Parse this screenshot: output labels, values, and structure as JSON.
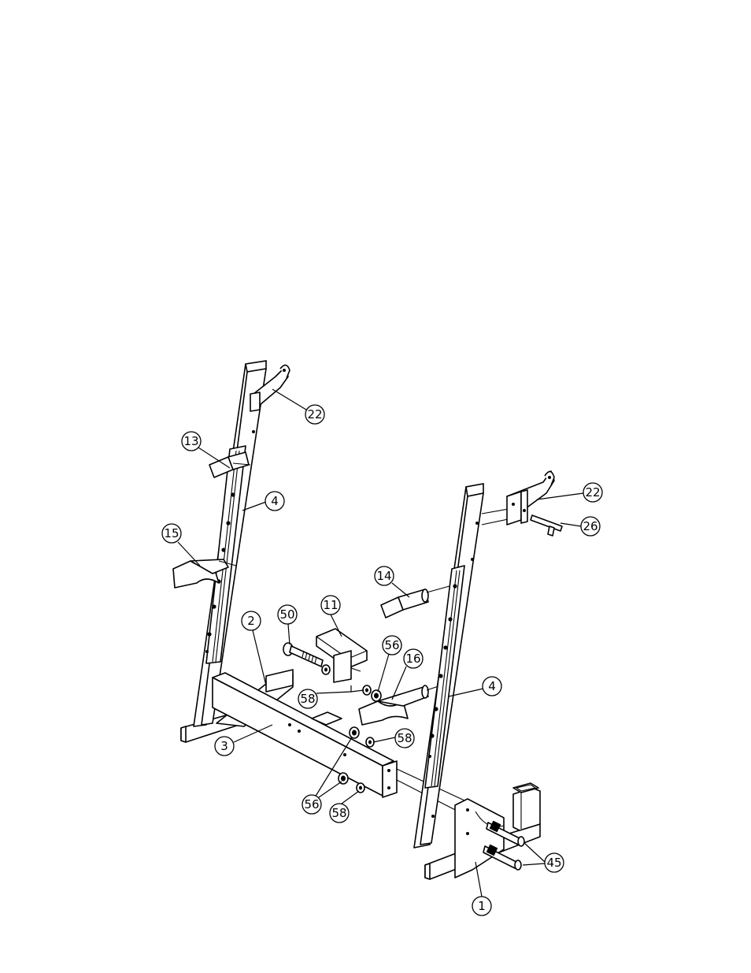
{
  "callouts": [
    {
      "id": "c22a",
      "label": "22"
    },
    {
      "id": "c13",
      "label": "13"
    },
    {
      "id": "c4a",
      "label": "4"
    },
    {
      "id": "c22b",
      "label": "22"
    },
    {
      "id": "c26",
      "label": "26"
    },
    {
      "id": "c15",
      "label": "15"
    },
    {
      "id": "c14",
      "label": "14"
    },
    {
      "id": "c11",
      "label": "11"
    },
    {
      "id": "c50",
      "label": "50"
    },
    {
      "id": "c2",
      "label": "2"
    },
    {
      "id": "c56a",
      "label": "56"
    },
    {
      "id": "c16",
      "label": "16"
    },
    {
      "id": "c4b",
      "label": "4"
    },
    {
      "id": "c58a",
      "label": "58"
    },
    {
      "id": "c58b",
      "label": "58"
    },
    {
      "id": "c3",
      "label": "3"
    },
    {
      "id": "c56b",
      "label": "56"
    },
    {
      "id": "c58c",
      "label": "58"
    },
    {
      "id": "c45",
      "label": "45"
    },
    {
      "id": "c1",
      "label": "1"
    }
  ]
}
